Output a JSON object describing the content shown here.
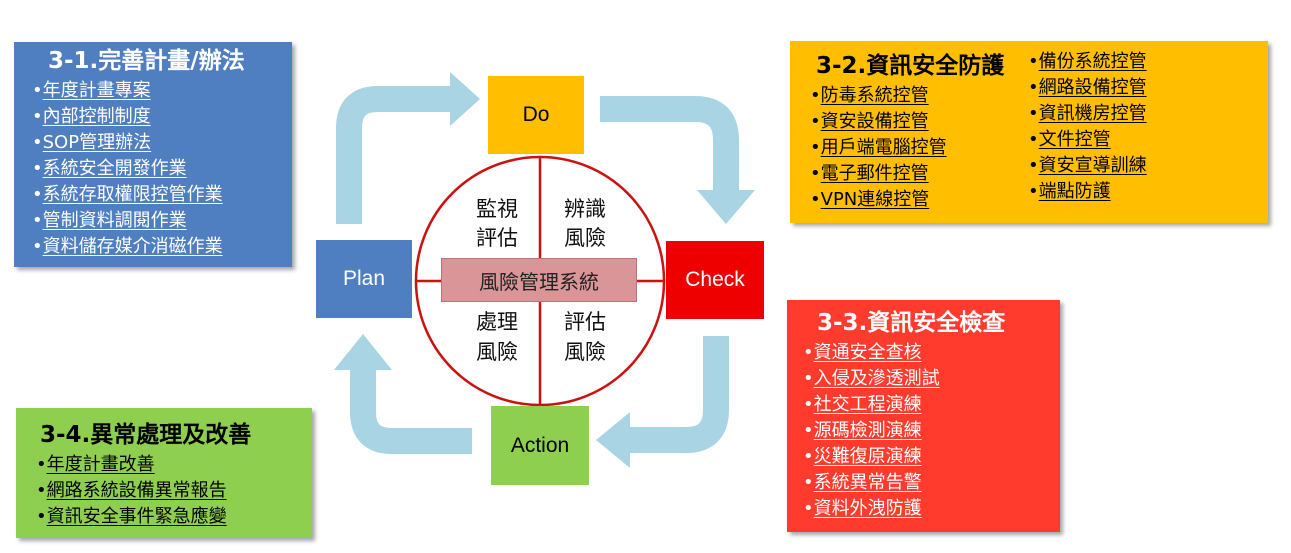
{
  "colors": {
    "plan": "#4f7fc0",
    "do": "#ffbf00",
    "check": "#ee0000",
    "action": "#8fcf4f",
    "arrow": "#a8d4e3",
    "wheel_border": "#cc1111",
    "center_label_bg": "#d99597"
  },
  "cycle": {
    "do": "Do",
    "plan": "Plan",
    "check": "Check",
    "action": "Action"
  },
  "wheel": {
    "quadrants": {
      "top_left": [
        "監視",
        "評估"
      ],
      "top_right": [
        "辨識",
        "風險"
      ],
      "bottom_left": [
        "處理",
        "風險"
      ],
      "bottom_right": [
        "評估",
        "風險"
      ]
    },
    "center_label": "風險管理系統"
  },
  "panels": {
    "p1": {
      "title": "3-1.完善計畫/辦法",
      "items": [
        "年度計畫專案",
        "內部控制制度",
        "SOP管理辦法",
        "系統安全開發作業",
        "系統存取權限控管作業",
        "管制資料調閱作業",
        "資料儲存媒介消磁作業"
      ]
    },
    "p2": {
      "title": "3-2.資訊安全防護",
      "col_a": [
        "防毒系統控管",
        "資安設備控管",
        "用戶端電腦控管",
        "電子郵件控管",
        "VPN連線控管"
      ],
      "col_b": [
        "備份系統控管",
        "網路設備控管",
        "資訊機房控管",
        "文件控管",
        "資安宣導訓練",
        "端點防護"
      ]
    },
    "p3": {
      "title": "3-3.資訊安全檢查",
      "items": [
        "資通安全查核",
        "入侵及滲透測試",
        "社交工程演練",
        "源碼檢測演練",
        "災難復原演練",
        "系統異常告警",
        "資料外洩防護"
      ]
    },
    "p4": {
      "title": "3-4.異常處理及改善",
      "items": [
        "年度計畫改善",
        "網路系統設備異常報告",
        "資訊安全事件緊急應變"
      ]
    }
  }
}
